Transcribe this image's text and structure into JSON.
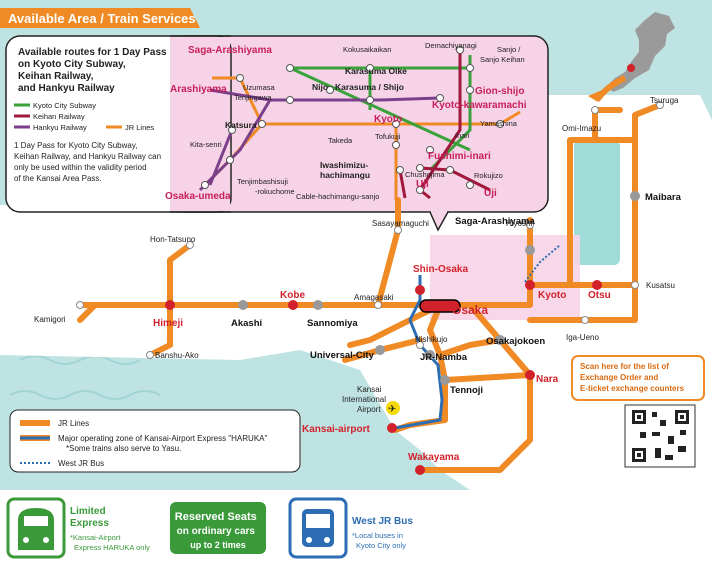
{
  "title": "Available Area / Train Services",
  "inset": {
    "heading": "Available routes for 1 Day Pass on Kyoto City Subway, Keihan Railway, and Hankyu Railway",
    "note": "1 Day Pass for Kyoto City Subway, Keihan Railway, and Hankyu Railway can only be used within the validity period of the Kansai Area Pass.",
    "legend": [
      {
        "label": "Kyoto City Subway",
        "color": "#3aa23a"
      },
      {
        "label": "Keihan Railway",
        "color": "#a0183c"
      },
      {
        "label": "Hankyu Railway",
        "color": "#7b3f8c"
      },
      {
        "label": "JR Lines",
        "color": "#f08a24"
      }
    ],
    "stations_red": [
      "Saga-Arashiyama",
      "Arashiyama",
      "Osaka-umeda",
      "Kyoto",
      "Kyoto-kawaramachi",
      "Gion-shijo",
      "Fushimi-inari",
      "Uji",
      "Uji"
    ],
    "stations": [
      "Kokusaikaikan",
      "Demachiyanagi",
      "Sanjo / Sanjo Keihan",
      "Karasuma Oike",
      "Nijo",
      "Karasuma / Shijo",
      "Uzumasa Tenjingawa",
      "Katsura",
      "Kita-senri",
      "Tenjimbashisuji -rokuchome",
      "Takeda",
      "Tofukuji",
      "Inari",
      "Yamashina",
      "Iwashimizu-hachimangu",
      "Chushojima",
      "Rokujizo",
      "Cable-hachimangu-sanjo"
    ]
  },
  "map": {
    "stations_major_red": [
      "Shin-Osaka",
      "Osaka",
      "Kyoto",
      "Otsu",
      "Nara",
      "Wakayama",
      "Kansai-airport",
      "Kobe",
      "Himeji"
    ],
    "stations_bold": [
      "Saga-Arashiyama",
      "Maibara",
      "Akashi",
      "Sannomiya",
      "Universal-City",
      "JR-Namba",
      "Osakajokoen",
      "Tennoji"
    ],
    "stations_minor": [
      "Tsuruga",
      "Omi-Imazu",
      "Hiyoshi",
      "Sasayamaguchi",
      "Hon-Tatsuno",
      "Kamigori",
      "Banshu-Ako",
      "Amagasaki",
      "Kusatsu",
      "Iga-Ueno",
      "Nishikujo",
      "Kansai International Airport"
    ]
  },
  "legend": {
    "items": [
      {
        "label": "JR Lines",
        "color": "#f08a24"
      },
      {
        "label": "Major operating zone of Kansai-Airport Express \"HARUKA\"",
        "color": "#2c6db3"
      },
      {
        "label": "*Some trains also serve to Yasu."
      },
      {
        "label": "West JR Bus",
        "color": "#2c6db3"
      }
    ]
  },
  "qr_note": "Scan here for the list of Exchange Order and E-ticket exchange counters",
  "badges": [
    {
      "title": "Limited Express",
      "sub": "*Kansai-Airport Express HARUKA only",
      "color": "#3a9a3a"
    },
    {
      "title": "Reserved Seats on ordinary cars up to 2 times",
      "color": "#3a9a3a"
    },
    {
      "title": "West JR Bus",
      "sub": "*Local buses in Kyoto City only",
      "color": "#2c6db3"
    }
  ],
  "colors": {
    "jr": "#f08a24",
    "sea": "#bfe3e3",
    "inset_bg": "#f6d3e6",
    "red": "#d1222b",
    "haruka": "#2c6db3",
    "green_badge": "#3a9a3a"
  }
}
